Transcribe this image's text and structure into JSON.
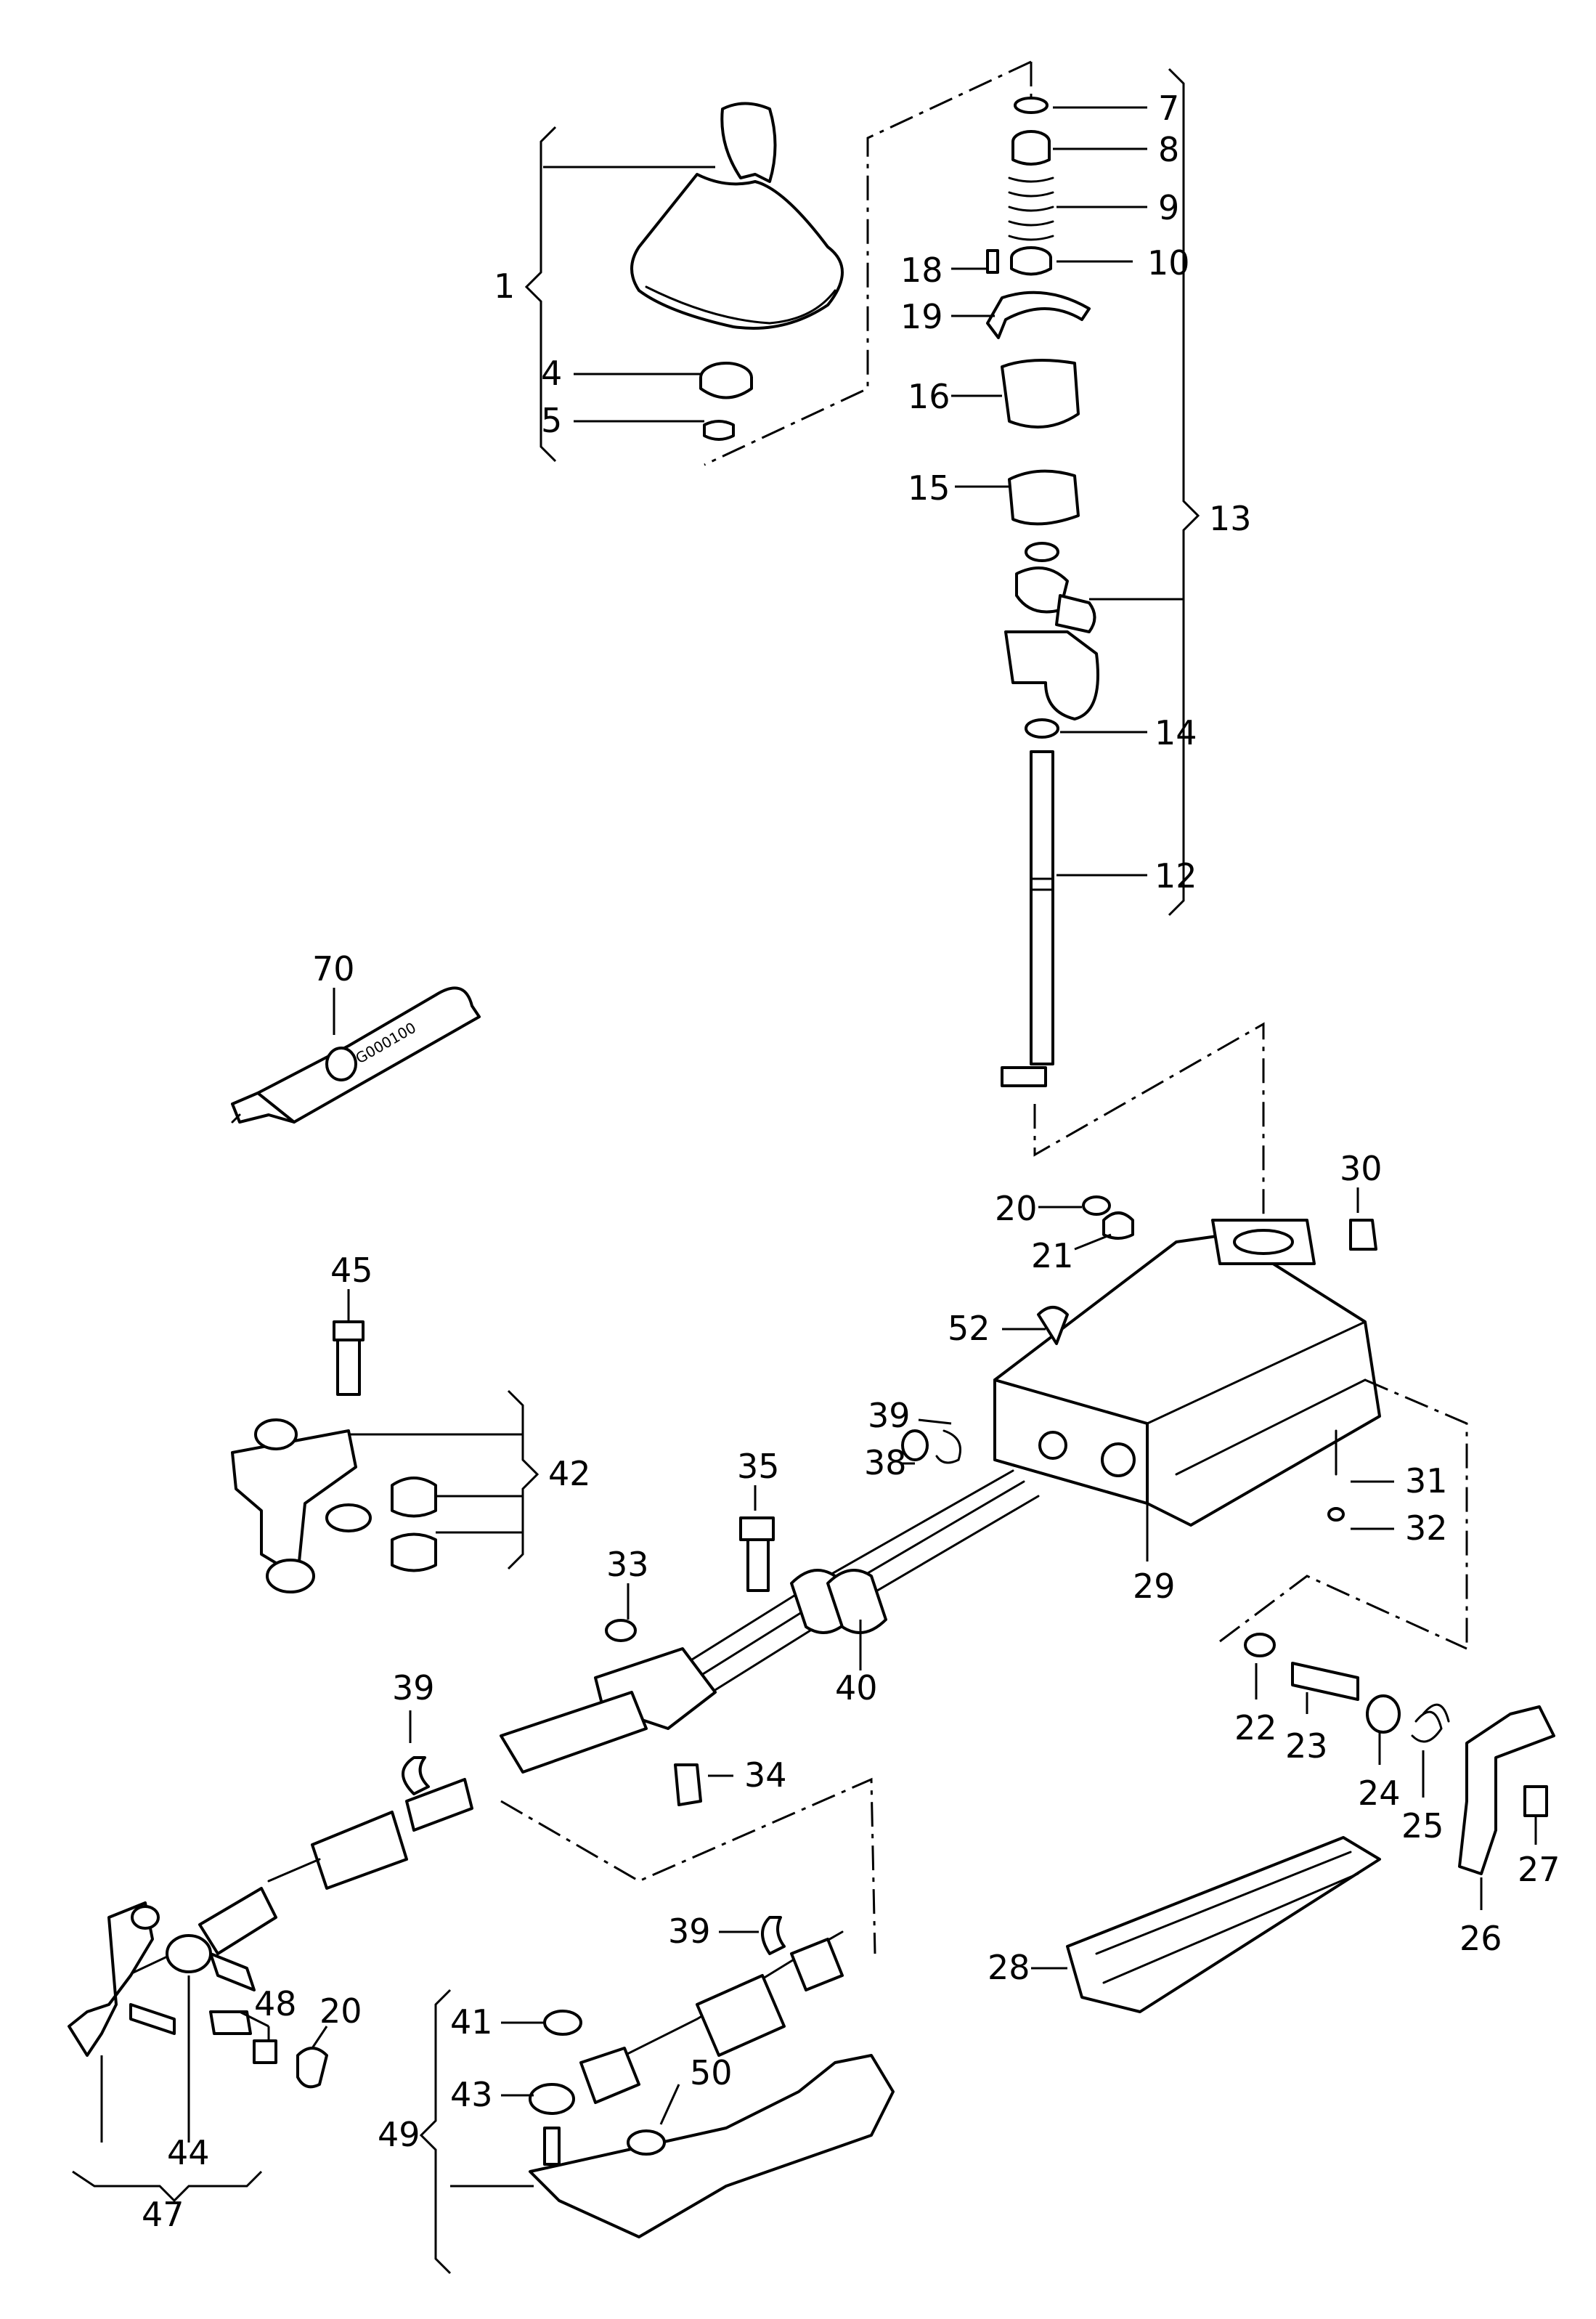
{
  "diagram": {
    "callouts": {
      "c1": "1",
      "c4": "4",
      "c5": "5",
      "c7": "7",
      "c8": "8",
      "c9": "9",
      "c10": "10",
      "c12": "12",
      "c13": "13",
      "c14": "14",
      "c15": "15",
      "c16": "16",
      "c18": "18",
      "c19": "19",
      "c20a": "20",
      "c20b": "20",
      "c21": "21",
      "c22": "22",
      "c23": "23",
      "c24": "24",
      "c25": "25",
      "c26": "26",
      "c27": "27",
      "c28": "28",
      "c29": "29",
      "c30": "30",
      "c31": "31",
      "c32": "32",
      "c33": "33",
      "c34": "34",
      "c35": "35",
      "c38": "38",
      "c39a": "39",
      "c39b": "39",
      "c39c": "39",
      "c40": "40",
      "c41": "41",
      "c42": "42",
      "c43": "43",
      "c44": "44",
      "c45": "45",
      "c47": "47",
      "c48": "48",
      "c49": "49",
      "c50": "50",
      "c52": "52",
      "c70": "70"
    },
    "tube_label": "G000100"
  }
}
